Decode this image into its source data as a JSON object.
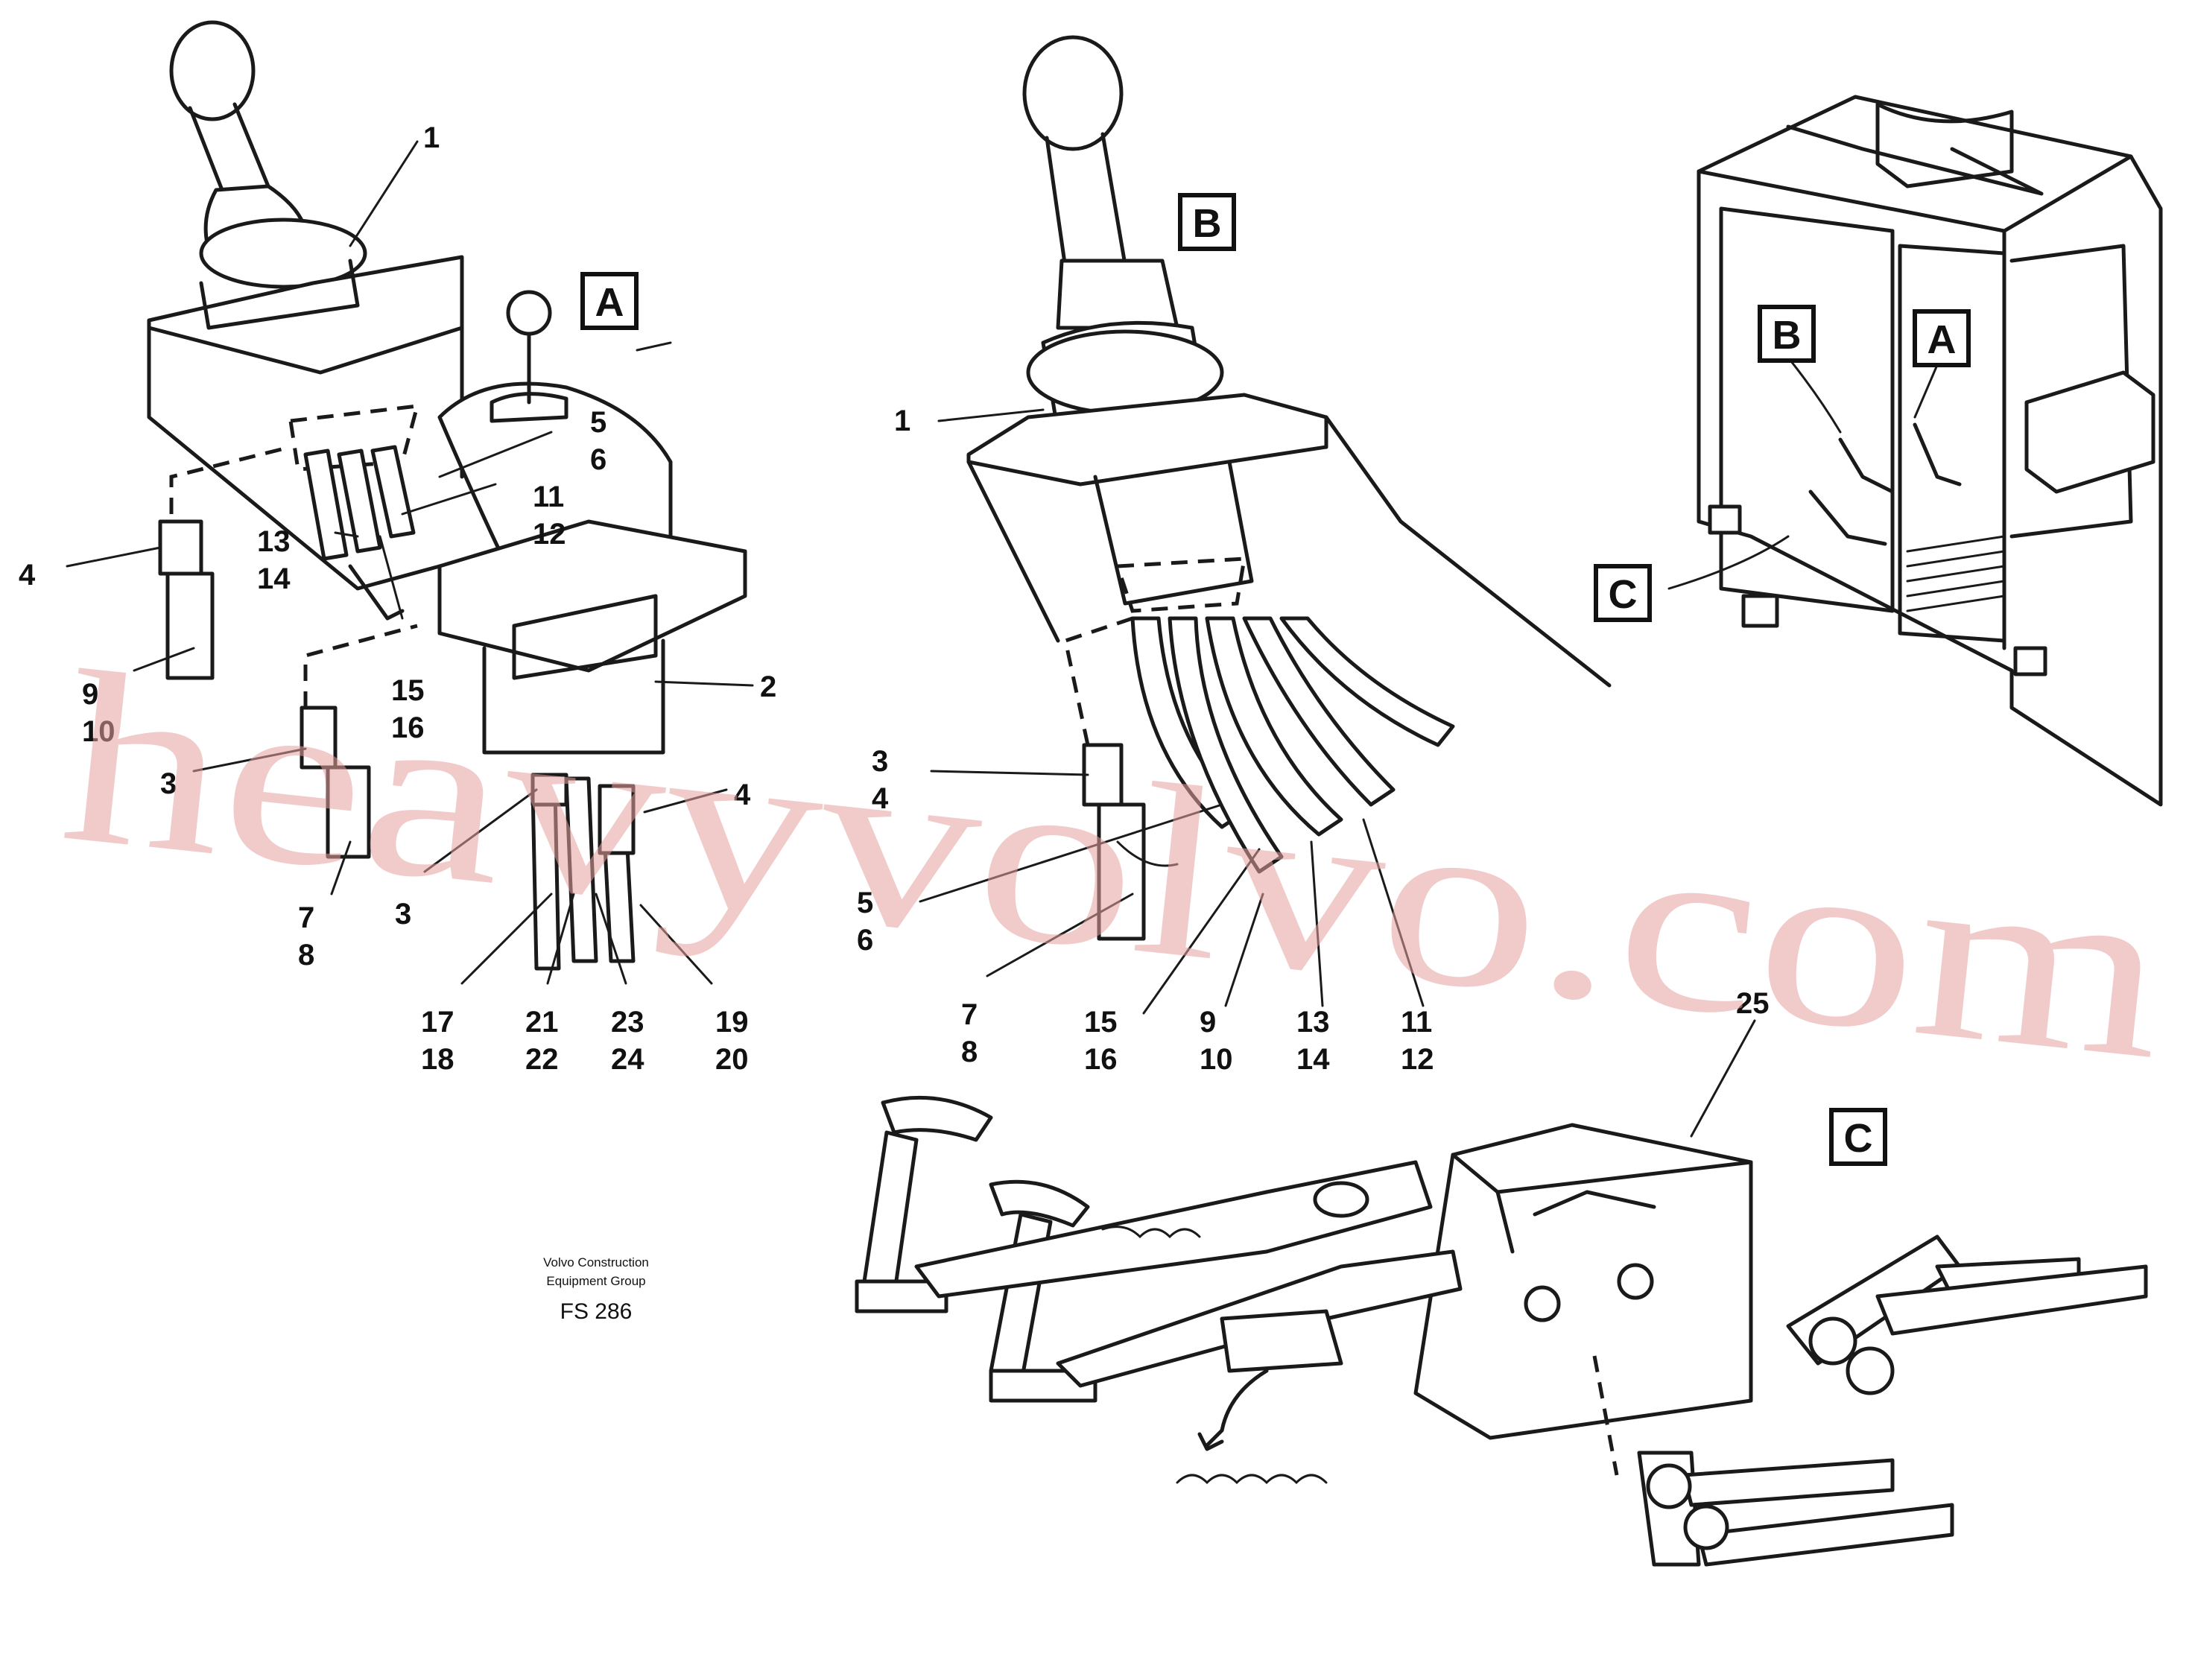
{
  "callouts_left": {
    "c1": "1",
    "c2": "2",
    "c3a": "3",
    "c3b": "3",
    "c4a": "4",
    "c4b": "4",
    "c56": [
      "5",
      "6"
    ],
    "c1112": [
      "11",
      "12"
    ],
    "c1314": [
      "13",
      "14"
    ],
    "c1516": [
      "15",
      "16"
    ],
    "c910": [
      "9",
      "10"
    ],
    "c78": [
      "7",
      "8"
    ],
    "c1718": [
      "17",
      "18"
    ],
    "c2122": [
      "21",
      "22"
    ],
    "c2324": [
      "23",
      "24"
    ],
    "c1920": [
      "19",
      "20"
    ]
  },
  "callouts_mid": {
    "c1": "1",
    "c34": [
      "3",
      "4"
    ],
    "c56": [
      "5",
      "6"
    ],
    "c78": [
      "7",
      "8"
    ],
    "c1516": [
      "15",
      "16"
    ],
    "c910": [
      "9",
      "10"
    ],
    "c1314": [
      "13",
      "14"
    ],
    "c1112": [
      "11",
      "12"
    ],
    "c25": "25"
  },
  "boxes": {
    "A": "A",
    "B": "B",
    "C": "C"
  },
  "footer": {
    "line1": "Volvo Construction",
    "line2": "Equipment Group",
    "code": "FS 286"
  },
  "watermark": "heavyvolvo.com"
}
